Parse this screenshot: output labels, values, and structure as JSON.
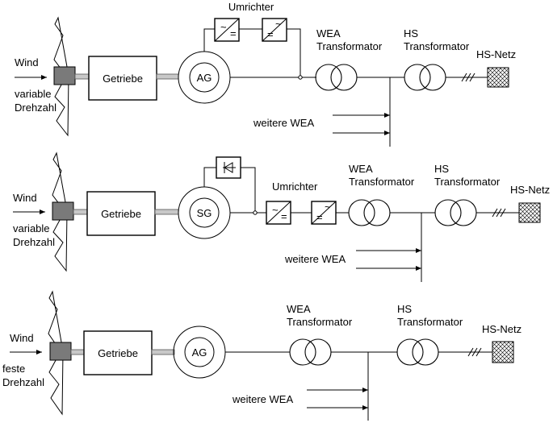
{
  "rows": [
    {
      "wind": "Wind",
      "speed_line1": "variable",
      "speed_line2": "Drehzahl",
      "gearbox": "Getriebe",
      "generator": "AG",
      "converter": "Umrichter",
      "wea_tr_line1": "WEA",
      "wea_tr_line2": "Transformator",
      "hs_tr_line1": "HS",
      "hs_tr_line2": "Transformator",
      "grid": "HS-Netz",
      "more": "weitere WEA"
    },
    {
      "wind": "Wind",
      "speed_line1": "variable",
      "speed_line2": "Drehzahl",
      "gearbox": "Getriebe",
      "generator": "SG",
      "converter": "Umrichter",
      "wea_tr_line1": "WEA",
      "wea_tr_line2": "Transformator",
      "hs_tr_line1": "HS",
      "hs_tr_line2": "Transformator",
      "grid": "HS-Netz",
      "more": "weitere WEA"
    },
    {
      "wind": "Wind",
      "speed_line1": "feste",
      "speed_line2": "Drehzahl",
      "gearbox": "Getriebe",
      "generator": "AG",
      "wea_tr_line1": "WEA",
      "wea_tr_line2": "Transformator",
      "hs_tr_line1": "HS",
      "hs_tr_line2": "Transformator",
      "grid": "HS-Netz",
      "more": "weitere WEA"
    }
  ]
}
